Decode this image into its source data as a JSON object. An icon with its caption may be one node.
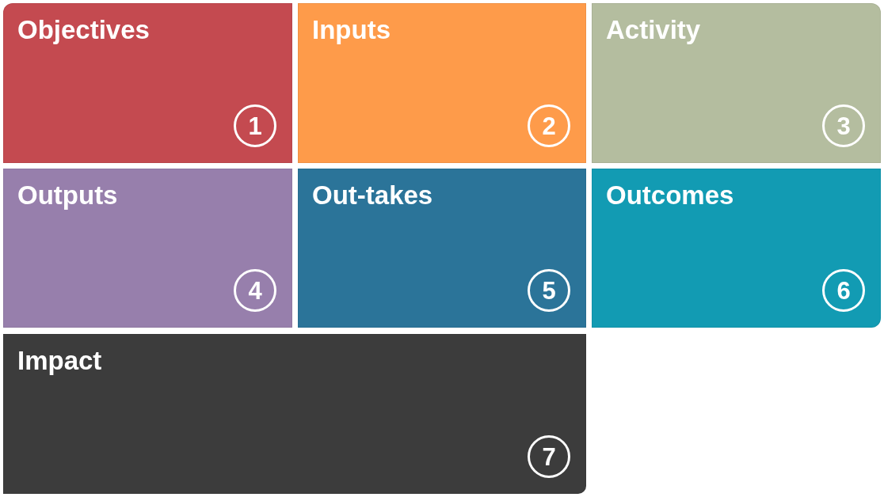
{
  "diagram": {
    "nodes": [
      {
        "text": [
          "Objectives"
        ]
      },
      {
        "text": [
          "1"
        ],
        "in": 0
      },
      {
        "text": [
          "Inputs"
        ]
      },
      {
        "text": [
          "2"
        ],
        "in": 2
      },
      {
        "text": [
          "Activity"
        ]
      },
      {
        "text": [
          "3"
        ],
        "in": 4
      },
      {
        "text": [
          "Outputs"
        ]
      },
      {
        "text": [
          "4"
        ],
        "in": 6
      },
      {
        "text": [
          "Out-takes"
        ]
      },
      {
        "text": [
          "5"
        ],
        "in": 8
      },
      {
        "text": [
          "Outcomes"
        ]
      },
      {
        "text": [
          "6"
        ],
        "in": 10
      },
      {
        "text": [
          "Impact"
        ]
      },
      {
        "text": [
          "7"
        ],
        "in": 12
      }
    ]
  }
}
